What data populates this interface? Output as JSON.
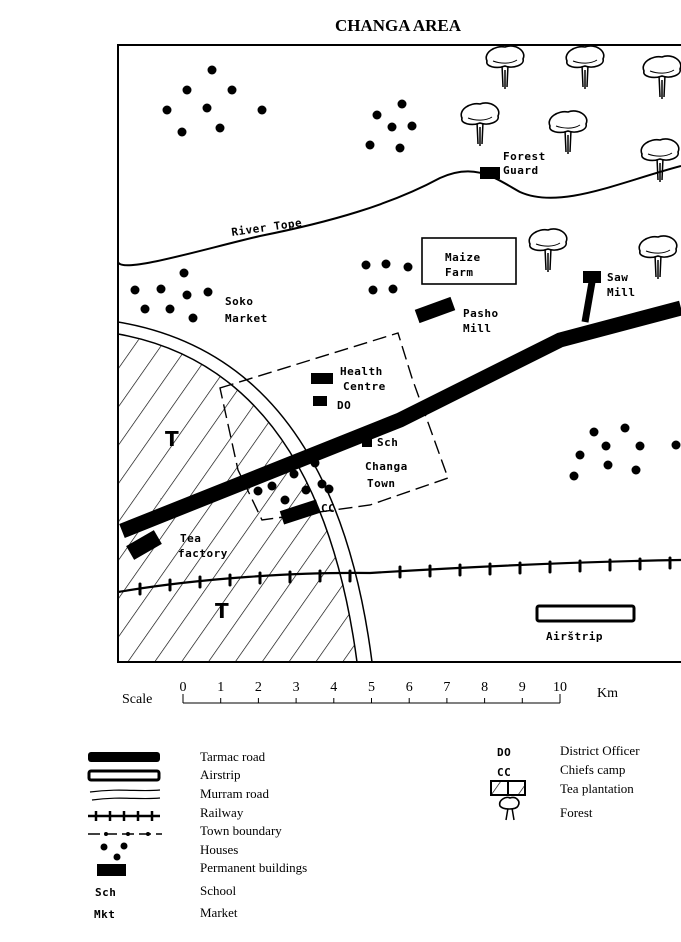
{
  "title": "CHANGA AREA",
  "map_labels": {
    "river": "River Tope",
    "forest_guard": [
      "Forest",
      "Guard"
    ],
    "maize_farm": [
      "Maize",
      "Farm"
    ],
    "saw_mill": [
      "Saw",
      "Mill"
    ],
    "soko_market": [
      "Soko",
      "Market"
    ],
    "pasho_mill": [
      "Pasho",
      "Mill"
    ],
    "health_centre": [
      "Health",
      "Centre"
    ],
    "do": "DO",
    "sch": "Sch",
    "changa_town": [
      "Changa",
      "Town"
    ],
    "cc": "CC",
    "tea_factory": [
      "Tea",
      "factory"
    ],
    "tea_t": "T",
    "airstrip": "Airštrip"
  },
  "scale": {
    "label": "Scale",
    "unit": "Km",
    "ticks": [
      "0",
      "1",
      "2",
      "3",
      "4",
      "5",
      "6",
      "7",
      "8",
      "9",
      "10"
    ]
  },
  "legend_left": [
    {
      "symbol": "tarmac-road",
      "label": "Tarmac road"
    },
    {
      "symbol": "airstrip",
      "label": "Airstrip"
    },
    {
      "symbol": "murram-road",
      "label": "Murram road"
    },
    {
      "symbol": "railway",
      "label": "Railway"
    },
    {
      "symbol": "town-boundary",
      "label": "Town boundary"
    },
    {
      "symbol": "houses",
      "label": "Houses"
    },
    {
      "symbol": "permanent-buildings",
      "label": "Permanent buildings"
    },
    {
      "symbol": "Sch",
      "label": "School"
    },
    {
      "symbol": "Mkt",
      "label": "Market"
    }
  ],
  "legend_right": [
    {
      "symbol": "DO",
      "label": "District Officer"
    },
    {
      "symbol": "CC",
      "label": "Chiefs camp"
    },
    {
      "symbol": "tea-plantation",
      "label": "Tea plantation"
    },
    {
      "symbol": "forest",
      "label": "Forest"
    }
  ]
}
